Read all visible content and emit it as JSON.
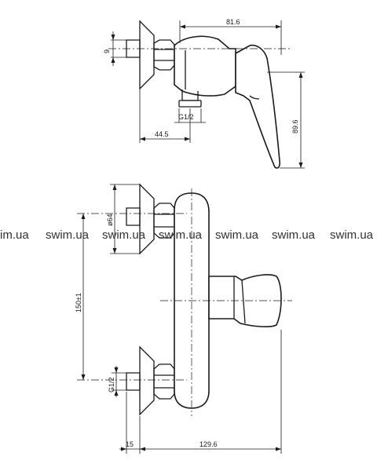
{
  "side_view": {
    "dim_width": "81.6",
    "dim_nut": "9",
    "dim_height": "89.6",
    "dim_depth": "44.5",
    "thread": "G1/2"
  },
  "front_view": {
    "dim_flange": "ø64",
    "dim_spacing": "150±1",
    "thread": "G1/2",
    "dim_offset": "15",
    "dim_length": "129.6"
  },
  "watermark": {
    "items": [
      "im.ua",
      "swim.ua",
      "swim.ua",
      "swim.ua",
      "swim.ua",
      "swim.ua",
      "swim.ua"
    ]
  }
}
